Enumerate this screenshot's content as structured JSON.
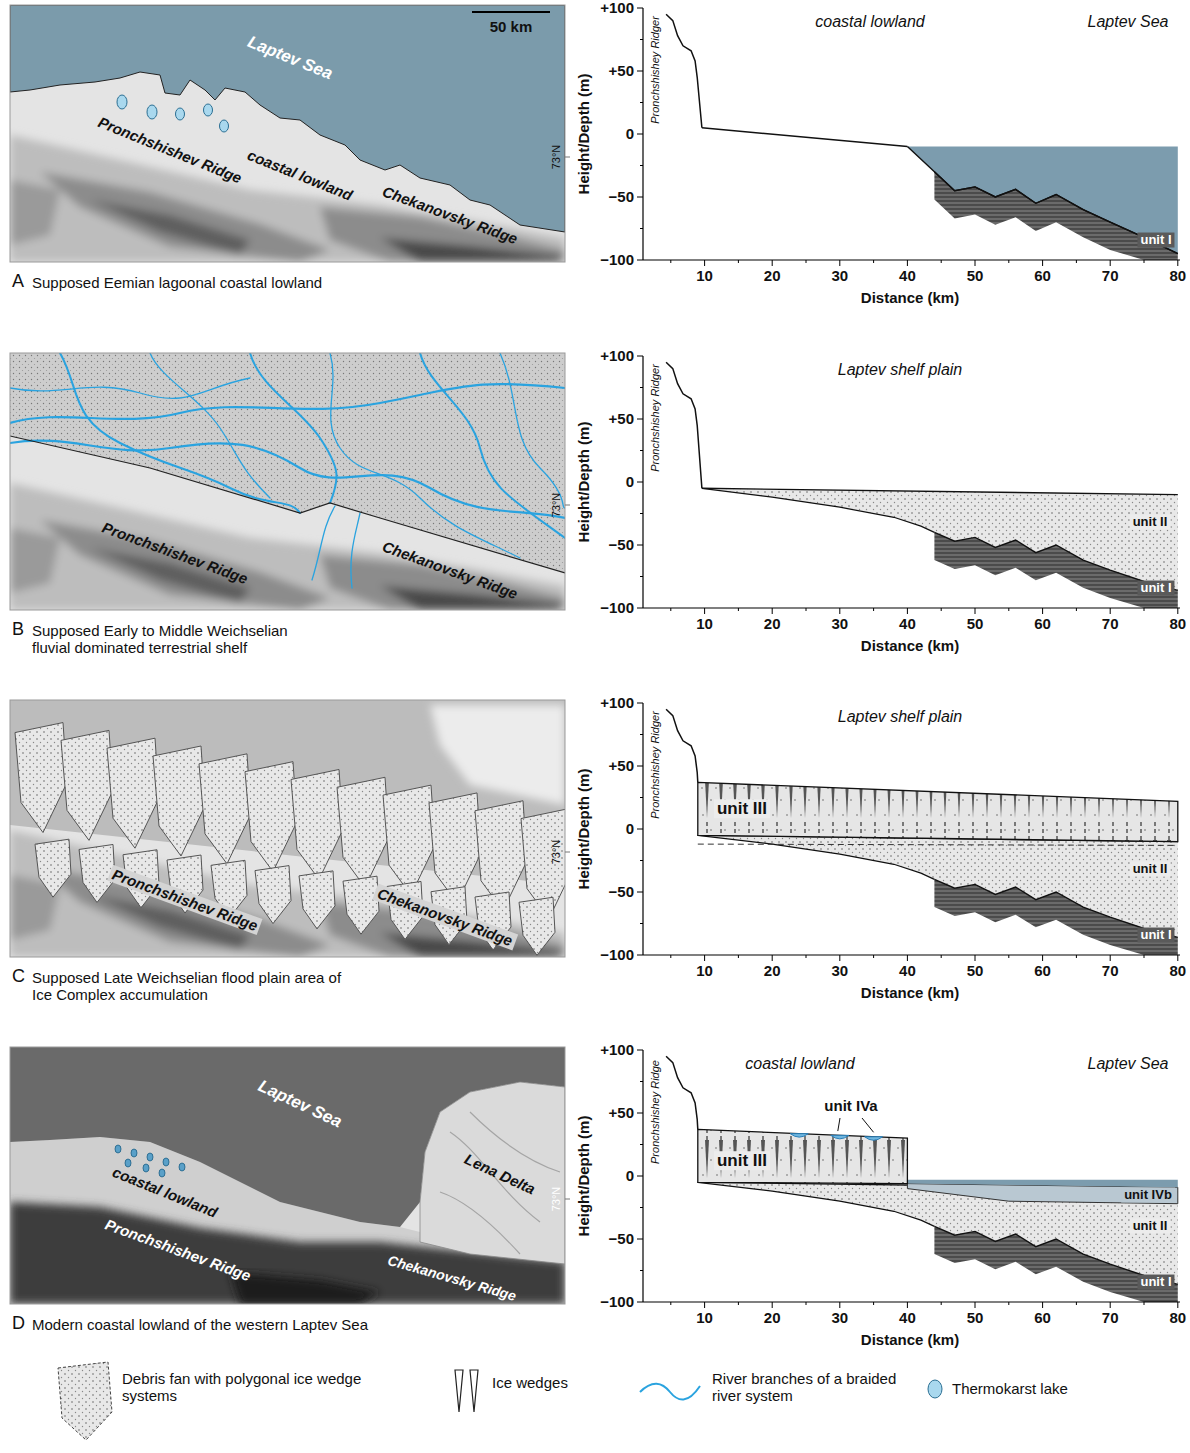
{
  "diagram": {
    "labels": [
      "Laptev Sea",
      "50 km",
      "73°N",
      "coastal lowland",
      "Pronchshishev Ridge",
      "Chekanovsky Ridge",
      "A",
      "Supposed Eemian lagoonal coastal lowland",
      "+100",
      "+50",
      "0",
      "−50",
      "−100",
      "Height/Depth (m)",
      "10",
      "20",
      "30",
      "40",
      "50",
      "60",
      "70",
      "80",
      "Distance (km)",
      "Pronchshishey Ridger",
      "coastal lowland",
      "Laptev Sea",
      "unit I",
      "73°N",
      "Pronchshishev Ridge",
      "Chekanovsky Ridge",
      "B",
      "Supposed Early to Middle Weichselian fluvial dominated terrestrial shelf",
      "+100",
      "+50",
      "0",
      "−50",
      "−100",
      "Height/Depth (m)",
      "10",
      "20",
      "30",
      "40",
      "50",
      "60",
      "70",
      "80",
      "Distance (km)",
      "Pronchshishey Ridger",
      "Laptev shelf plain",
      "unit II",
      "unit I",
      "73°N",
      "Pronchshishev Ridge",
      "Chekanovsky Ridge",
      "C",
      "Supposed Late Weichselian flood plain area of Ice Complex accumulation",
      "+100",
      "+50",
      "0",
      "−50",
      "−100",
      "Height/Depth (m)",
      "10",
      "20",
      "30",
      "40",
      "50",
      "60",
      "70",
      "80",
      "Distance (km)",
      "Pronchshishey Ridger",
      "Laptev shelf plain",
      "unit III",
      "unit II",
      "unit I",
      "Laptev Sea",
      "Lena Delta",
      "73°N",
      "coastal lowland",
      "Pronchshishev Ridge",
      "Chekanovsky Ridge",
      "D",
      "Modern coastal lowland of the western Laptev Sea",
      "+100",
      "+50",
      "0",
      "−50",
      "−100",
      "Height/Depth (m)",
      "10",
      "20",
      "30",
      "40",
      "50",
      "60",
      "70",
      "80",
      "Distance (km)",
      "Pronchshishey Ridge",
      "coastal lowland",
      "Laptev Sea",
      "unit IVa",
      "unit III",
      "unit IVb",
      "unit II",
      "unit I"
    ],
    "legend": [
      {
        "text": "Debris fan with polygonal ice wedge systems"
      },
      {
        "text": "Ice wedges"
      },
      {
        "text": "River branches of a braided river system"
      },
      {
        "text": "Thermokarst lake",
        "color": "#a9d8ee"
      }
    ]
  }
}
